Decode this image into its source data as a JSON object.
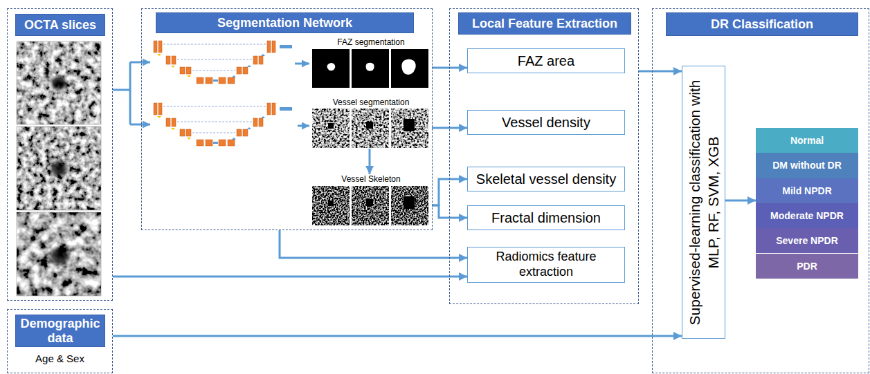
{
  "diagram": {
    "nodes": [
      {
        "text": [
          "OCTA slices"
        ]
      },
      {
        "text": [
          "Segmentation Network"
        ]
      },
      {
        "text": [
          "FAZ segmentation"
        ],
        "in": 1
      },
      {
        "text": [
          "Vessel segmentation"
        ],
        "in": 1
      },
      {
        "text": [
          "Vessel Skeleton"
        ],
        "in": 1
      },
      {
        "text": [
          "Local Feature Extraction"
        ]
      },
      {
        "text": [
          "FAZ area"
        ],
        "in": 5
      },
      {
        "text": [
          "Vessel density"
        ],
        "in": 5
      },
      {
        "text": [
          "Skeletal vessel density"
        ],
        "in": 5
      },
      {
        "text": [
          "Fractal dimension"
        ],
        "in": 5
      },
      {
        "text": [
          "Radiomics feature extraction"
        ],
        "in": 5
      },
      {
        "text": [
          "DR Classification"
        ]
      },
      {
        "text": [
          "Supervised-learning classification with MLP, RF, SVM, XGB"
        ],
        "in": 11
      },
      {
        "text": [
          "Normal"
        ],
        "in": 11
      },
      {
        "text": [
          "DM without DR"
        ],
        "in": 11
      },
      {
        "text": [
          "Mild NPDR"
        ],
        "in": 11
      },
      {
        "text": [
          "Moderate NPDR"
        ],
        "in": 11
      },
      {
        "text": [
          "Severe NPDR"
        ],
        "in": 11
      },
      {
        "text": [
          "PDR"
        ],
        "in": 11
      },
      {
        "text": [
          "Demographic data",
          "Age & Sex"
        ]
      }
    ],
    "edges": [
      {
        "from": 2,
        "to": 6,
        "arrow": "to"
      },
      {
        "from": 3,
        "to": 7,
        "arrow": "to"
      },
      {
        "from": 3,
        "to": 4,
        "arrow": "to"
      },
      {
        "from": 4,
        "to": 8,
        "arrow": "to"
      },
      {
        "from": 4,
        "to": 9,
        "arrow": "to"
      },
      {
        "from": 1,
        "to": 10,
        "arrow": "to"
      },
      {
        "from": 0,
        "to": 10,
        "arrow": "to"
      },
      {
        "from": 5,
        "to": 12,
        "arrow": "to"
      },
      {
        "from": 19,
        "to": 12,
        "arrow": "to"
      },
      {
        "from": 12,
        "to": 15,
        "arrow": "to"
      }
    ]
  }
}
